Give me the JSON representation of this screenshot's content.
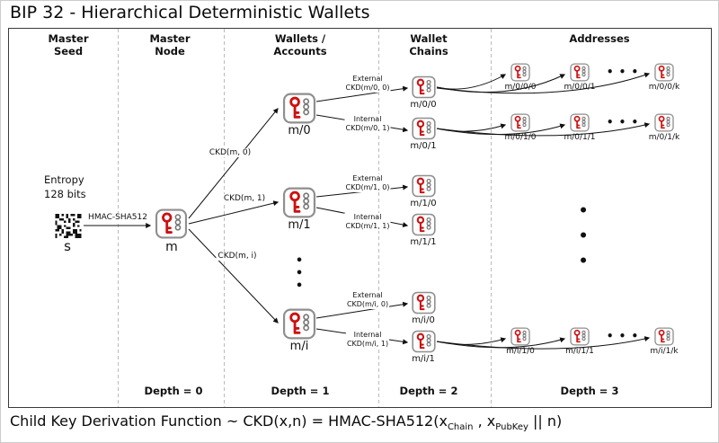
{
  "title": "BIP 32 - Hierarchical Deterministic Wallets",
  "columns": {
    "master_seed": "Master\nSeed",
    "master_node": "Master\nNode",
    "wallets": "Wallets /\nAccounts",
    "chains": "Wallet\nChains",
    "addresses": "Addresses"
  },
  "master_seed": {
    "entropy": "Entropy\n128 bits",
    "hmac_label": "HMAC-SHA512",
    "seed_label": "s"
  },
  "master_node": {
    "label": "m"
  },
  "ckd_edges": {
    "e0": "CKD(m, 0)",
    "e1": "CKD(m, 1)",
    "ei": "CKD(m, i)"
  },
  "wallets": {
    "w0": "m/0",
    "w1": "m/1",
    "wi": "m/i"
  },
  "chain_edges": {
    "w0_ext": "External\nCKD(m/0, 0)",
    "w0_int": "Internal\nCKD(m/0, 1)",
    "w1_ext": "External\nCKD(m/1, 0)",
    "w1_int": "Internal\nCKD(m/1, 1)",
    "wi_ext": "External\nCKD(m/i, 0)",
    "wi_int": "Internal\nCKD(m/i, 1)"
  },
  "chains": {
    "c00": "m/0/0",
    "c01": "m/0/1",
    "c10": "m/1/0",
    "c11": "m/1/1",
    "ci0": "m/i/0",
    "ci1": "m/i/1"
  },
  "addresses": {
    "row_a": [
      "m/0/0/0",
      "m/0/0/1",
      "m/0/0/k"
    ],
    "row_b": [
      "m/0/1/0",
      "m/0/1/1",
      "m/0/1/k"
    ],
    "row_c": [
      "m/i/1/0",
      "m/i/1/1",
      "m/i/1/k"
    ]
  },
  "dots": {
    "h": "• • •",
    "v": "•\n•\n•"
  },
  "depth_labels": [
    "Depth = 0",
    "Depth = 1",
    "Depth = 2",
    "Depth = 3"
  ],
  "footer": {
    "prefix": "Child Key Derivation Function ~  CKD(x,n) = HMAC-SHA512(x",
    "sub_chain": "Chain",
    "mid": " , x",
    "sub_pubkey": "PubKey",
    "suffix": " || n)"
  },
  "colors": {
    "key_red": "#cc1111",
    "icon_border": "#8f8f8f",
    "arrow": "#111111",
    "separator_gray": "#bbbbbb"
  }
}
